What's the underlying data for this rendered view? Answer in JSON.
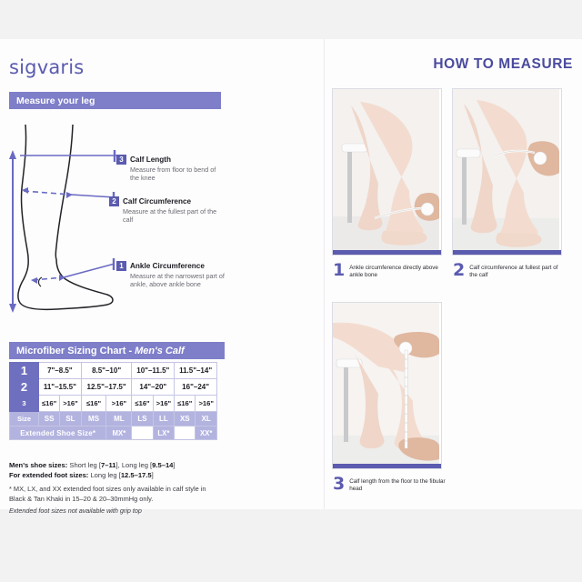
{
  "brand": "sigvaris",
  "left": {
    "measure_bar": "Measure your leg",
    "callouts": [
      {
        "num": "1",
        "title": "Ankle Circumference",
        "body": "Measure at the narrowest part of ankle, above ankle bone"
      },
      {
        "num": "2",
        "title": "Calf Circumference",
        "body": "Measure at the fullest part of the calf"
      },
      {
        "num": "3",
        "title": "Calf Length",
        "body": "Measure from floor to bend of the knee"
      }
    ],
    "chart_title": "Microfiber Sizing Chart -",
    "chart_title_italic": "Men's Calf",
    "table": {
      "row1": {
        "label": "1",
        "cells": [
          "7\"–8.5\"",
          "8.5\"–10\"",
          "10\"–11.5\"",
          "11.5\"–14\""
        ]
      },
      "row2": {
        "label": "2",
        "cells": [
          "11\"–15.5\"",
          "12.5\"–17.5\"",
          "14\"–20\"",
          "16\"–24\""
        ]
      },
      "row3": {
        "label": "3",
        "cells": [
          "≤16\"",
          ">16\"",
          "≤16\"",
          ">16\"",
          "≤16\"",
          ">16\"",
          "≤16\"",
          ">16\""
        ]
      },
      "size_row": {
        "label": "Size",
        "cells": [
          "SS",
          "SL",
          "MS",
          "ML",
          "LS",
          "LL",
          "XS",
          "XL"
        ]
      },
      "ext_row": {
        "label": "Extended Shoe Size*",
        "cells": [
          "MX*",
          "",
          "LX*",
          "",
          "XX*"
        ]
      }
    },
    "notes": {
      "shoe_label": "Men's shoe sizes:",
      "shoe_text_a": " Short leg [",
      "shoe_bold_a": "7–11",
      "shoe_text_b": "], Long leg [",
      "shoe_bold_b": "9.5–14",
      "shoe_text_c": "]",
      "ext_label": "For extended foot sizes:",
      "ext_text_a": " Long leg [",
      "ext_bold_a": "12.5–17.5",
      "ext_text_b": "]",
      "asterisk": "* MX, LX, and XX extended foot sizes only available in calf style in Black & Tan Khaki in 15–20 & 20–30mmHg only.",
      "italic": "Extended foot sizes not available with grip top"
    }
  },
  "right": {
    "title": "HOW TO MEASURE",
    "photos": [
      {
        "num": "1",
        "caption": "Ankle circumference directly above ankle bone"
      },
      {
        "num": "2",
        "caption": "Calf circumference at fullest part of the calf"
      },
      {
        "num": "3",
        "caption": "Calf length from the floor to the fibular head"
      }
    ]
  },
  "colors": {
    "brand_purple": "#5b5bb0",
    "bar_purple": "#7e7ec9",
    "table_header_purple": "#6f6fc0",
    "table_light_purple": "#b3b3e0",
    "page_background": "#f2f2f3"
  }
}
